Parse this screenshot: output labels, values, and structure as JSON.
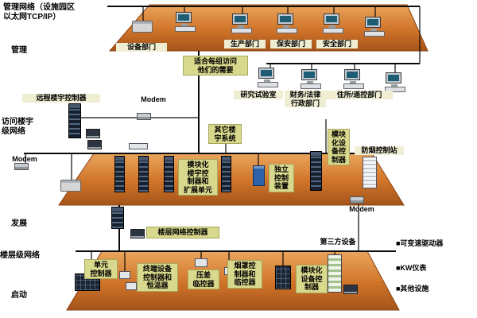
{
  "title": "管理网络（设施园区\n以太网TCP/IP）",
  "side_labels": {
    "management": "管理",
    "access": "访问楼宇\n级网络",
    "development": "发展",
    "floor": "楼层级网络",
    "startup": "启动"
  },
  "management_level": {
    "equipment_dept": "设备部门",
    "production_dept": "生产部门",
    "security_dept": "保安部门",
    "safety_dept": "安全部门",
    "note": "适合每组访问\n他们的需要",
    "research_lab": "研究试验室",
    "finance_legal": "财务/法律\n行政部门",
    "residence_remote": "住所/遥控部门"
  },
  "access_level": {
    "remote_building_controller": "远程楼宇控制器",
    "modem_top": "Modem",
    "modem_left": "Modem",
    "other_building_systems": "其它楼\n宇系统",
    "modular_equipment_controller": "模块\n化设\n备控\n制器",
    "smoke_control_station": "防烟控制站",
    "modular_building_controller": "模块化\n楼宇控\n制器和\n扩展单元",
    "independent_control": "独立\n控制\n装置",
    "modem_right": "Modem"
  },
  "development_level": {
    "floor_network_controller": "楼层网络控制器",
    "third_party": "第三方设备"
  },
  "floor_level": {
    "unit_controller": "单元\n控制器",
    "terminal_controller": "终端设备\n控制器和\n恒温器",
    "pressure_monitor": "压差\n临控器",
    "hood_controller": "烟罩控\n制器和\n临控器",
    "modular_equipment_controller": "模块化\n设备控\n制器"
  },
  "legend": {
    "items": [
      "■可变速驱动器",
      "■KW仪表",
      "■其他设施"
    ]
  },
  "colors": {
    "platform_light": "#eaa55c",
    "platform_dark": "#a5541a",
    "label_bg": "#d9d98e",
    "line": "#0a0a0a"
  }
}
